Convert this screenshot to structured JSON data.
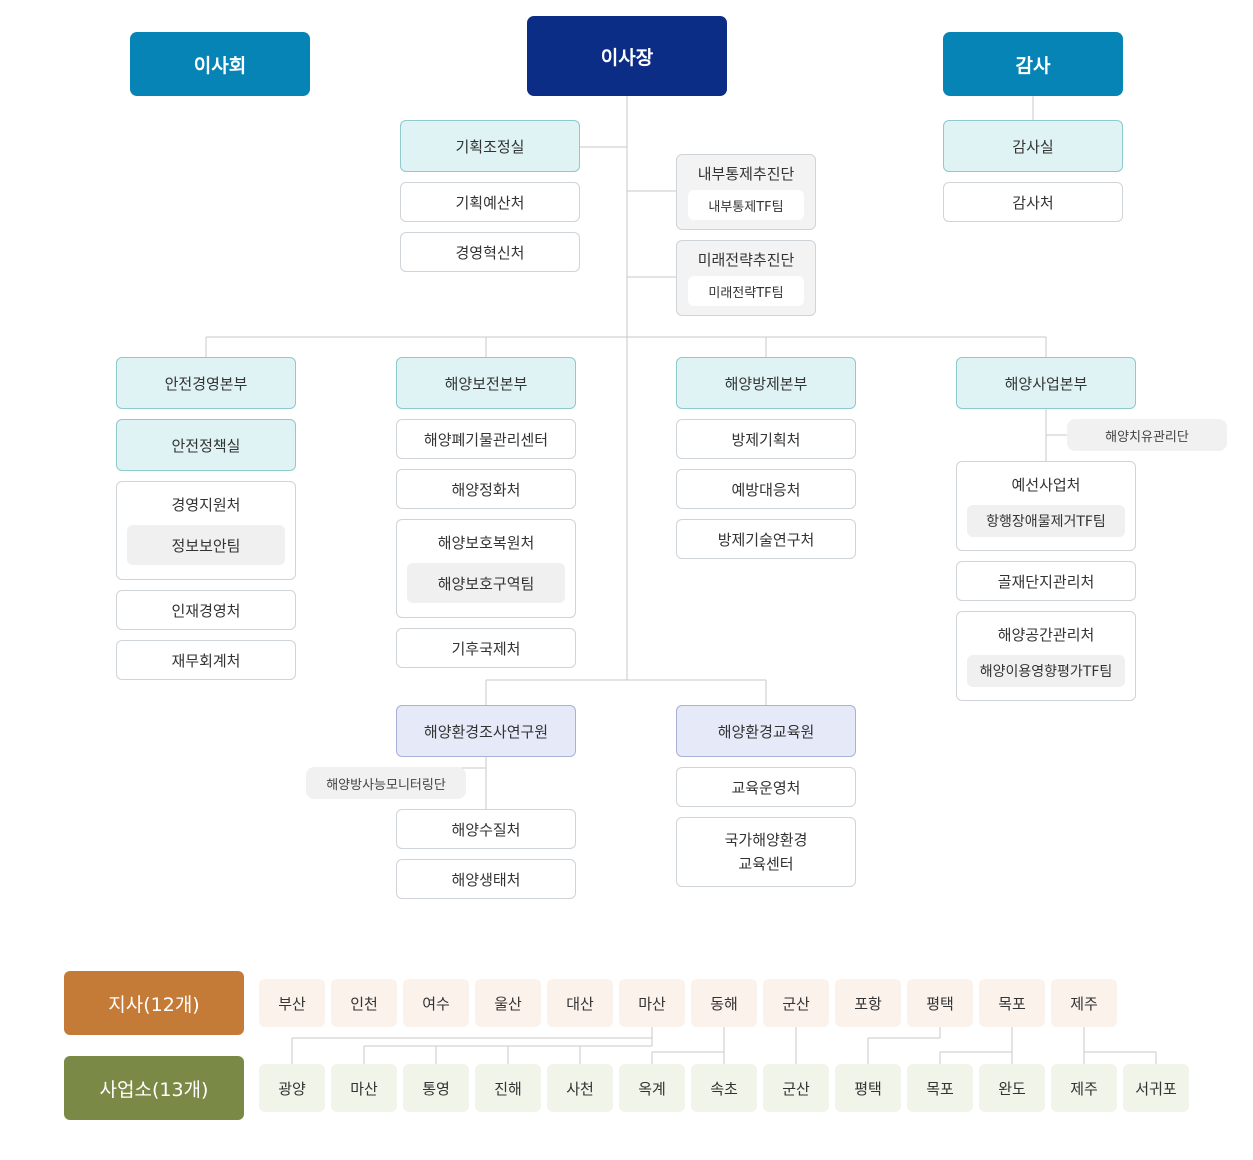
{
  "top": {
    "board": "이사회",
    "ceo": "이사장",
    "audit": "감사"
  },
  "ceo_staff": {
    "planning": "기획조정실",
    "budget": "기획예산처",
    "innovation": "경영혁신처"
  },
  "taskforces": [
    {
      "title": "내부통제추진단",
      "team": "내부통제TF팀"
    },
    {
      "title": "미래전략추진단",
      "team": "미래전략TF팀"
    }
  ],
  "audit_staff": {
    "office": "감사실",
    "dept": "감사처"
  },
  "hq": {
    "safety": {
      "title": "안전경영본부",
      "policy": "안전정책실",
      "support": "경영지원처",
      "security_team": "정보보안팀",
      "hr": "인재경영처",
      "finance": "재무회계처"
    },
    "conservation": {
      "title": "해양보전본부",
      "waste": "해양폐기물관리센터",
      "cleanup": "해양정화처",
      "restoration": "해양보호복원처",
      "zone_team": "해양보호구역팀",
      "climate": "기후국제처"
    },
    "response": {
      "title": "해양방제본부",
      "planning": "방제기획처",
      "prevention": "예방대응처",
      "tech": "방제기술연구처"
    },
    "business": {
      "title": "해양사업본부",
      "oil": "해양치유관리단",
      "tug": "예선사업처",
      "obstacle_team": "항행장애물제거TF팀",
      "gravel": "골재단지관리처",
      "space": "해양공간관리처",
      "impact_team": "해양이용영향평가TF팀"
    }
  },
  "institutes": {
    "research": {
      "title": "해양환경조사연구원",
      "radiation": "해양방사능모니터링단",
      "water": "해양수질처",
      "ecology": "해양생태처"
    },
    "education": {
      "title": "해양환경교육원",
      "operation": "교육운영처",
      "center_line1": "국가해양환경",
      "center_line2": "교육센터"
    }
  },
  "branches": {
    "label": "지사(12개)",
    "items": [
      "부산",
      "인천",
      "여수",
      "울산",
      "대산",
      "마산",
      "동해",
      "군산",
      "포항",
      "평택",
      "목포",
      "제주"
    ]
  },
  "offices": {
    "label": "사업소(13개)",
    "items": [
      "광양",
      "마산",
      "통영",
      "진해",
      "사천",
      "옥계",
      "속초",
      "군산",
      "평택",
      "목포",
      "완도",
      "제주",
      "서귀포"
    ]
  },
  "colors": {
    "ceo": "#0b2d86",
    "top": "#0684b6",
    "branch_label": "#c57b38",
    "office_label": "#7a8a46",
    "line": "#c8c8c8"
  }
}
